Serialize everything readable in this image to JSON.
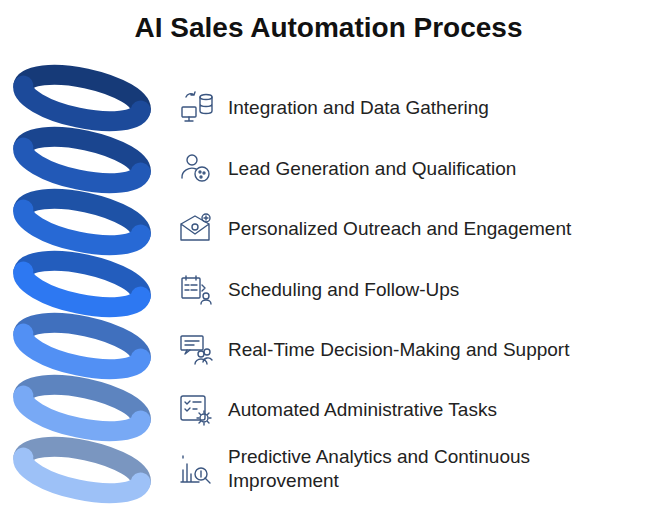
{
  "diagram": {
    "title": "AI Sales Automation Process",
    "labels": [
      "Integration and Data Gathering",
      "Lead Generation and Qualification",
      "Personalized Outreach and Engagement",
      "Scheduling and Follow-Ups",
      "Real-Time Decision-Making and Support",
      "Automated Administrative Tasks",
      "Predictive Analytics and Continuous Improvement"
    ]
  }
}
